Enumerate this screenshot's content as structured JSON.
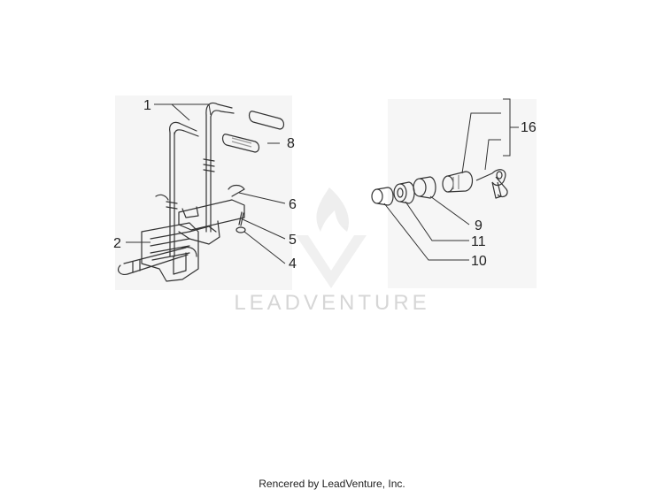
{
  "diagram": {
    "callouts": [
      {
        "id": "c1",
        "text": "1"
      },
      {
        "id": "c2",
        "text": "2"
      },
      {
        "id": "c4",
        "text": "4"
      },
      {
        "id": "c5",
        "text": "5"
      },
      {
        "id": "c6",
        "text": "6"
      },
      {
        "id": "c8",
        "text": "8"
      },
      {
        "id": "c9",
        "text": "9"
      },
      {
        "id": "c10",
        "text": "10"
      },
      {
        "id": "c11",
        "text": "11"
      },
      {
        "id": "c16",
        "text": "16"
      }
    ]
  },
  "watermark": {
    "text": "LEADVENTURE"
  },
  "footer": {
    "text": "Rencered by LeadVenture, Inc."
  },
  "colors": {
    "line": "#333333",
    "background": "#ffffff",
    "panel": "#f4f4f4",
    "watermark": "#d9d9d9"
  }
}
